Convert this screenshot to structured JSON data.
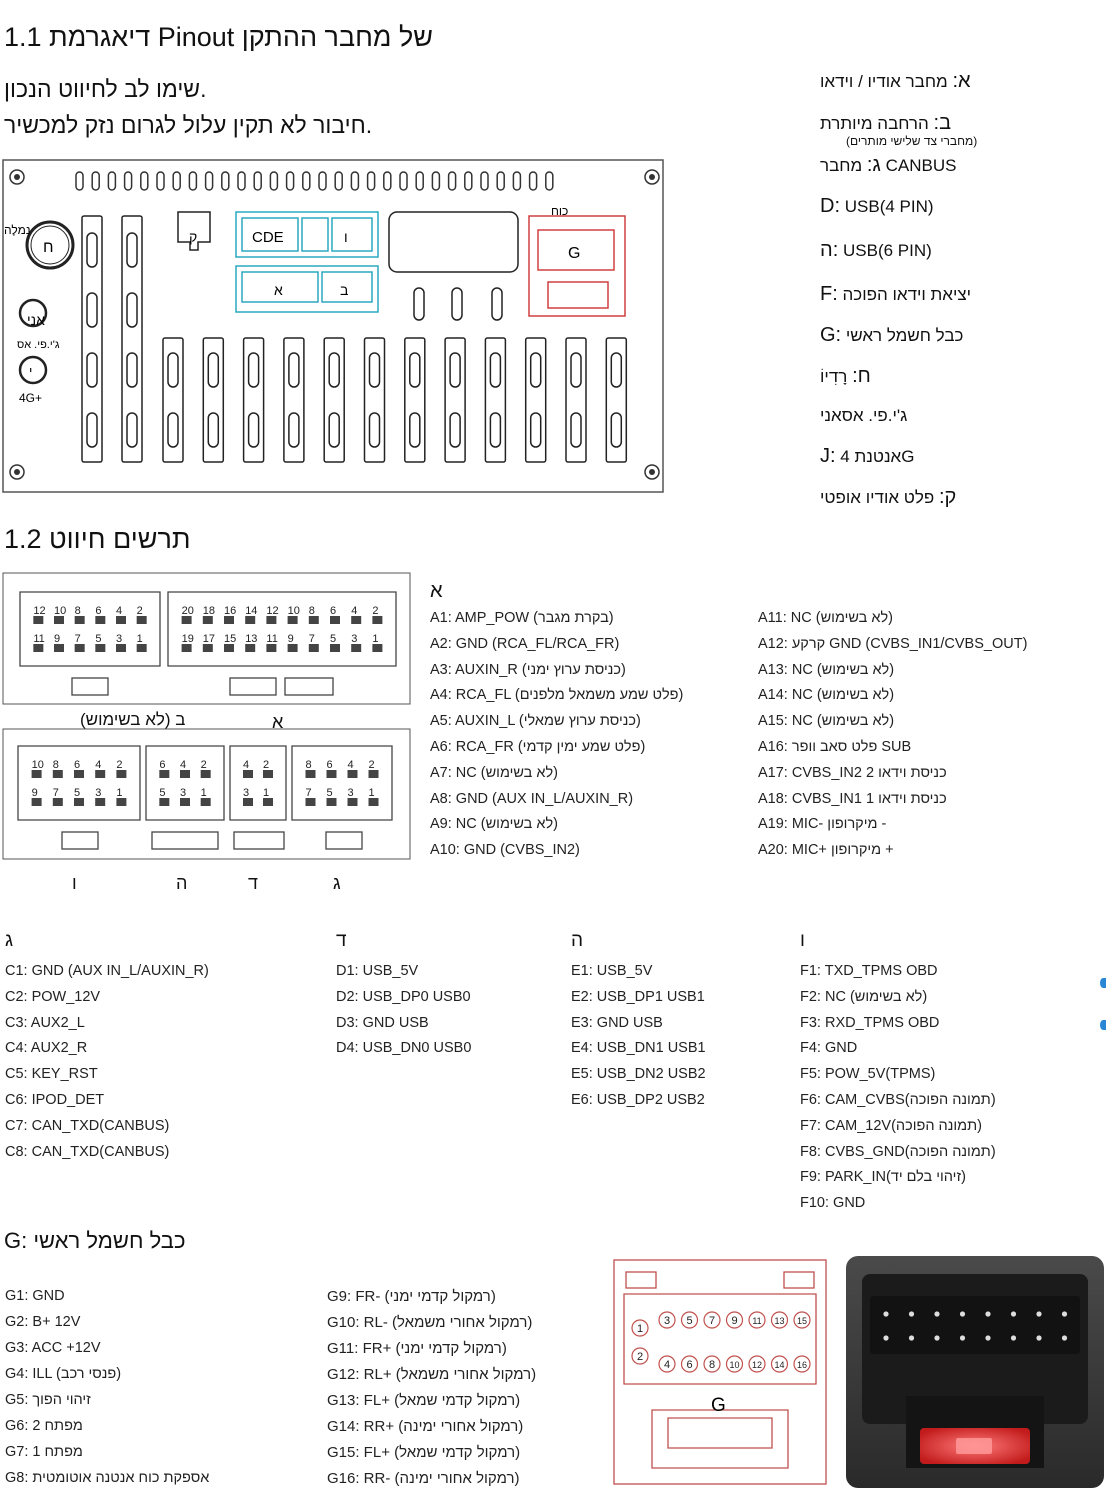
{
  "section1": {
    "title": "1.1 דיאגרמת Pinout של מחבר ההתקן",
    "note1": "שימו לב לחיווט הנכון.",
    "note2": "חיבור לא תקין עלול לגרום נזק למכשיר."
  },
  "diagram": {
    "left_top_label": "נִמלָה",
    "h_mark": "ח",
    "gps_mark": "אני",
    "gps_label": "ג'י.פי. אס",
    "j_mark": "י",
    "g4_label": "4G+",
    "k_mark": "ק",
    "cde_label": "CDE",
    "vav_mark": "ו",
    "alef_mark": "א",
    "bet_mark": "ב",
    "power_label": "כוח",
    "g_mark": "G"
  },
  "legend": [
    {
      "code": "א:",
      "text": "מחבר אודיו / וידאו",
      "sub": ""
    },
    {
      "code": "ב:",
      "text": "הרחבה מיותרת",
      "sub": "(מחברי צד שלישי מותרים)"
    },
    {
      "code": "ג:",
      "text": "מחבר CANBUS",
      "sub": ""
    },
    {
      "code": "D:",
      "text": "USB(4 PIN)",
      "sub": ""
    },
    {
      "code": "ה:",
      "text": "USB(6 PIN)",
      "sub": ""
    },
    {
      "code": "F:",
      "text": "יציאת וידאו הפוכה",
      "sub": ""
    },
    {
      "code": "G:",
      "text": "כבל חשמל ראשי",
      "sub": ""
    },
    {
      "code": "ח:",
      "text": "רָדִיוֹ",
      "sub": ""
    },
    {
      "code": "",
      "text": "ג'י.פי. אסאני",
      "sub": ""
    },
    {
      "code": "J:",
      "text": "4 אנטנתG",
      "sub": ""
    },
    {
      "code": "ק:",
      "text": "פלט אודיו אופטי",
      "sub": ""
    }
  ],
  "section2": {
    "title": "1.2 תרשים חיווט",
    "alef_header": "א",
    "bet_caption": "ב (לא בשימוש)",
    "alef_caption": "א",
    "cap_vav": "ו",
    "cap_he": "ה",
    "cap_dalet": "ד",
    "cap_gimel": "ג"
  },
  "connector_numbers": {
    "b_top": [
      "12",
      "10",
      "8",
      "6",
      "4",
      "2"
    ],
    "b_bot": [
      "11",
      "9",
      "7",
      "5",
      "3",
      "1"
    ],
    "a_top": [
      "20",
      "18",
      "16",
      "14",
      "12",
      "10",
      "8",
      "6",
      "4",
      "2"
    ],
    "a_bot": [
      "19",
      "17",
      "15",
      "13",
      "11",
      "9",
      "7",
      "5",
      "3",
      "1"
    ],
    "f_top": [
      "10",
      "8",
      "6",
      "4",
      "2"
    ],
    "f_bot": [
      "9",
      "7",
      "5",
      "3",
      "1"
    ],
    "e_top": [
      "6",
      "4",
      "2"
    ],
    "e_bot": [
      "5",
      "3",
      "1"
    ],
    "d_top": [
      "4",
      "2"
    ],
    "d_bot": [
      "3",
      "1"
    ],
    "c_top": [
      "8",
      "6",
      "4",
      "2"
    ],
    "c_bot": [
      "7",
      "5",
      "3",
      "1"
    ]
  },
  "pins_a_left": [
    "A1: AMP_POW (בקרת מגבר)",
    "A2: GND (RCA_FL/RCA_FR)",
    "A3: AUXIN_R (כניסת ערוץ ימני)",
    "A4: RCA_FL (פלט שמע משמאל מלפנים)",
    "A5: AUXIN_L (כניסת ערוץ שמאלי)",
    "A6: RCA_FR (פלט שמע ימין קדמי)",
    "A7: NC (לא בשימוש)",
    "A8: GND (AUX IN_L/AUXIN_R)",
    "A9: NC (לא בשימוש)",
    "A10: GND (CVBS_IN2)"
  ],
  "pins_a_right": [
    "A11: NC (לא בשימוש)",
    "A12: קרקע GND (CVBS_IN1/CVBS_OUT)",
    "A13: NC (לא בשימוש)",
    "A14: NC (לא בשימוש)",
    "A15: NC (לא בשימוש)",
    "A16: פלט סאב וופר SUB",
    "A17: CVBS_IN2 2 כניסת וידאו",
    "A18: CVBS_IN1 1 כניסת וידאו",
    "A19: MIC- מיקרופון -",
    "A20: MIC+ מיקרופון +"
  ],
  "groups": {
    "gimel": {
      "header": "ג",
      "pins": [
        "C1: GND (AUX IN_L/AUXIN_R)",
        "C2: POW_12V",
        "C3: AUX2_L",
        "C4: AUX2_R",
        "C5: KEY_RST",
        "C6: IPOD_DET",
        "C7: CAN_TXD(CANBUS)",
        "C8: CAN_TXD(CANBUS)"
      ]
    },
    "dalet": {
      "header": "ד",
      "pins": [
        "D1: USB_5V",
        "D2: USB_DP0 USB0",
        "D3: GND USB",
        "D4: USB_DN0 USB0"
      ]
    },
    "he": {
      "header": "ה",
      "pins": [
        "E1: USB_5V",
        "E2: USB_DP1 USB1",
        "E3: GND USB",
        "E4: USB_DN1 USB1",
        "E5: USB_DN2 USB2",
        "E6: USB_DP2 USB2"
      ]
    },
    "vav": {
      "header": "ו",
      "pins": [
        "F1: TXD_TPMS OBD",
        "F2: NC (לא בשימוש)",
        "F3: RXD_TPMS OBD",
        "F4: GND",
        "F5: POW_5V(TPMS)",
        "F6: CAM_CVBS(תמונה הפוכה)",
        "F7: CAM_12V(תמונה הפוכה)",
        "F8: CVBS_GND(תמונה הפוכה)",
        "F9: PARK_IN(זיהוי בלם יד)",
        "F10: GND"
      ]
    }
  },
  "section_g": {
    "title": "G: כבל חשמל ראשי",
    "left": [
      "G1: GND",
      "G2: B+ 12V",
      "G3: ACC +12V",
      "G4: ILL (פנסי רכב)",
      "G5: זיהוי הפוך",
      "G6: מפתח 2",
      "G7: מפתח 1",
      "G8: אספקת כוח אנטנה אוטומטית"
    ],
    "right": [
      "G9: FR- (רמקול קדמי ימני)",
      "G10: RL- (רמקול אחורי משמאל)",
      "G11: FR+ (רמקול קדמי ימני)",
      "G12: RL+ (רמקול אחורי משמאל)",
      "G13: FL+ (רמקול קדמי שמאל)",
      "G14: RR+ (רמקול אחורי ימינה)",
      "G15: FL+ (רמקול קדמי שמאל)",
      "G16: RR- (רמקול אחורי ימינה)"
    ],
    "plug_label": "G",
    "plug_top": [
      "3",
      "5",
      "7",
      "9",
      "11",
      "13",
      "15"
    ],
    "plug_bot": [
      "4",
      "6",
      "8",
      "10",
      "12",
      "14",
      "16"
    ],
    "plug_left": [
      "1",
      "2"
    ]
  }
}
